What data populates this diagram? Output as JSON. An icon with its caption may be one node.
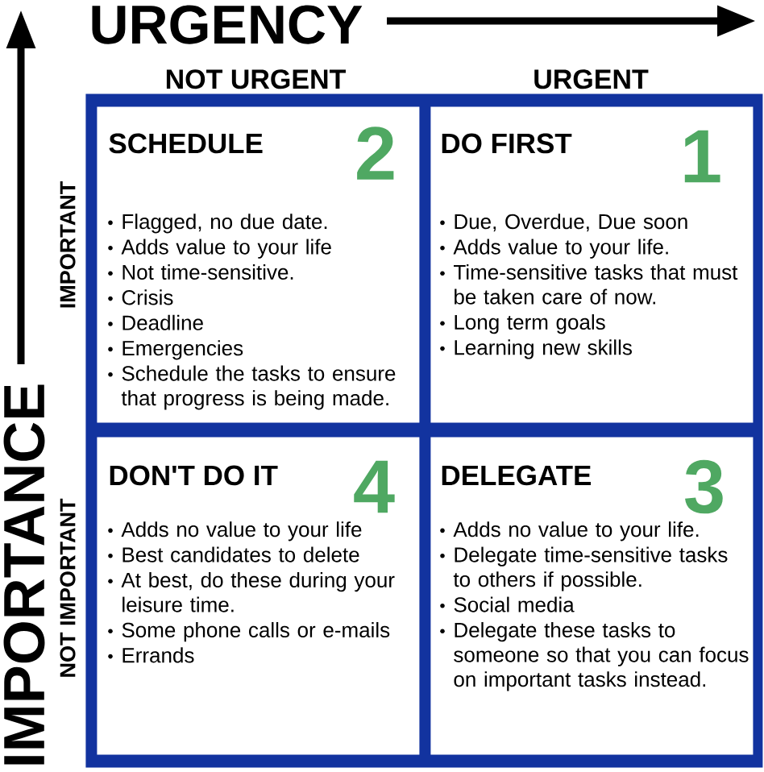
{
  "diagram": {
    "nodes": [
      {
        "text": [],
        "shape": "box"
      },
      {
        "text": [
          "SCHEDULE",
          "2",
          "Flagged, no due date.",
          "Adds value to your life",
          "Not time-sensitive.",
          "Crisis",
          "Deadline",
          "Emergencies",
          "Schedule the tasks to ensure that progress is being made."
        ],
        "in": 0
      },
      {
        "text": [
          "DO FIRST",
          "1",
          "Due, Overdue, Due soon",
          "Adds value to your life.",
          "Time-sensitive tasks that must be taken care of now.",
          "Long term goals",
          "Learning new skills"
        ],
        "in": 0
      },
      {
        "text": [
          "DON'T DO IT",
          "4",
          "Adds no value to your life",
          "Best candidates to delete",
          "At best, do these during your leisure time.",
          "Some phone calls or e-mails",
          "Errands"
        ],
        "in": 0
      },
      {
        "text": [
          "DELEGATE",
          "3",
          "Adds no value to your life.",
          "Delegate time-sensitive tasks to others if possible.",
          "Social media",
          "Delegate these tasks to someone so that you can focus on important tasks instead."
        ],
        "in": 0
      }
    ],
    "labels": [
      "URGENCY",
      "NOT URGENT",
      "URGENT",
      "IMPORTANCE",
      "IMPORTANT",
      "NOT IMPORTANT"
    ]
  }
}
